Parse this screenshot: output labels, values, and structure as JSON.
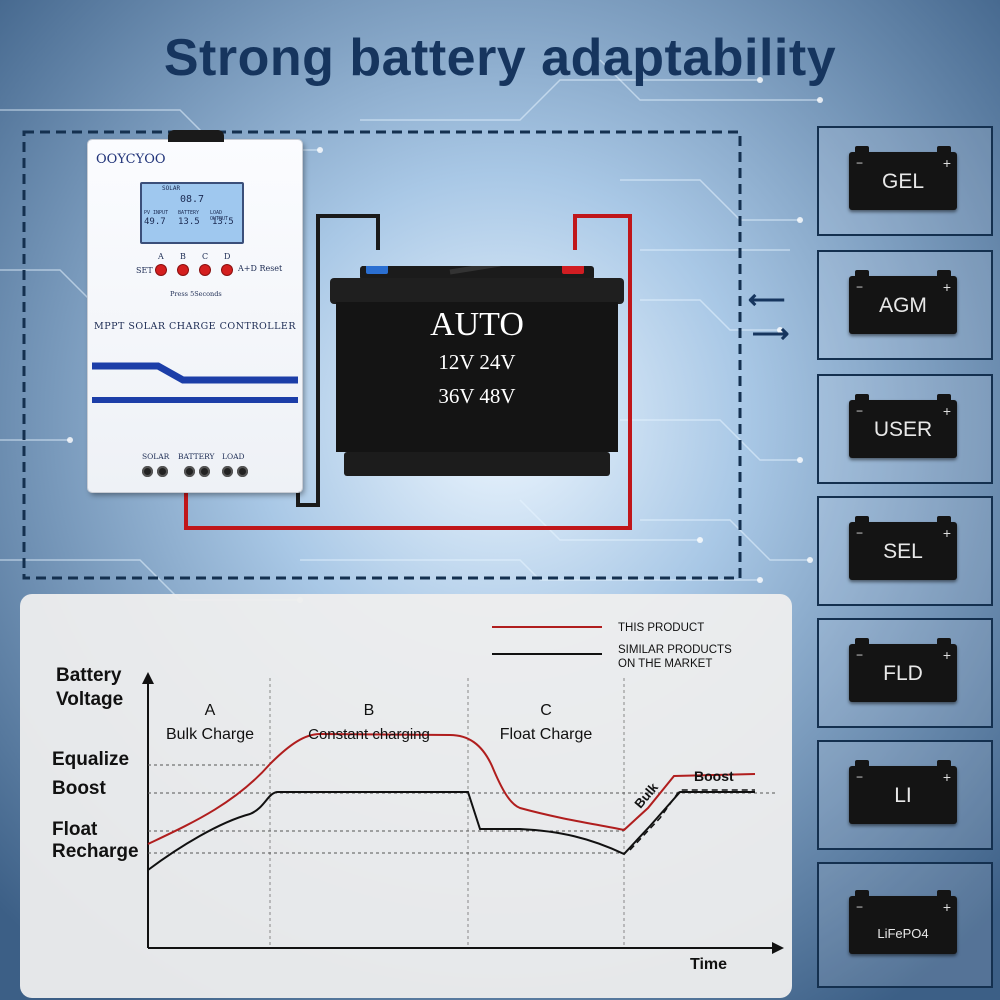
{
  "title": "Strong battery adaptability",
  "controller": {
    "brand": "OOYCYOO",
    "lcd": {
      "label_top": "SOLAR",
      "label_pv": "PV INPUT",
      "label_batt": "BATTERY",
      "label_load": "LOAD OUTPUT",
      "pv_value": "49.7",
      "batt_value": "13.5",
      "batt_value2": "13.5",
      "soc_value": "08.7"
    },
    "buttons": [
      "A",
      "B",
      "C",
      "D"
    ],
    "set_label": "SET",
    "reset_label": "A+D Reset",
    "press_label": "Press 5Seconds",
    "name": "MPPT SOLAR CHARGE CONTROLLER",
    "terminals": [
      "SOLAR",
      "BATTERY",
      "LOAD"
    ]
  },
  "battery": {
    "mode": "AUTO",
    "voltages_line1": "12V 24V",
    "voltages_line2": "36V 48V"
  },
  "battery_types": [
    "GEL",
    "AGM",
    "USER",
    "SEL",
    "FLD",
    "LI",
    "LiFePO4"
  ],
  "chart": {
    "y_title_line1": "Battery",
    "y_title_line2": "Voltage",
    "x_title": "Time",
    "levels": [
      "Equalize",
      "Boost",
      "Float",
      "Recharge"
    ],
    "phases": [
      {
        "letter": "A",
        "name": "Bulk Charge"
      },
      {
        "letter": "B",
        "name": "Constant charging"
      },
      {
        "letter": "C",
        "name": "Float Charge"
      }
    ],
    "annotations": {
      "bulk": "Bulk",
      "boost": "Boost"
    },
    "legend": [
      {
        "label_line1": "THIS PRODUCT",
        "label_line2": "",
        "color": "#b01e1e"
      },
      {
        "label_line1": "SIMILAR PRODUCTS",
        "label_line2": "ON THE MARKET",
        "color": "#111111"
      }
    ]
  },
  "colors": {
    "title": "#16355e",
    "wire_red": "#c0161a",
    "wire_black": "#1a1a1a",
    "accent_blue": "#1c3ea8"
  }
}
